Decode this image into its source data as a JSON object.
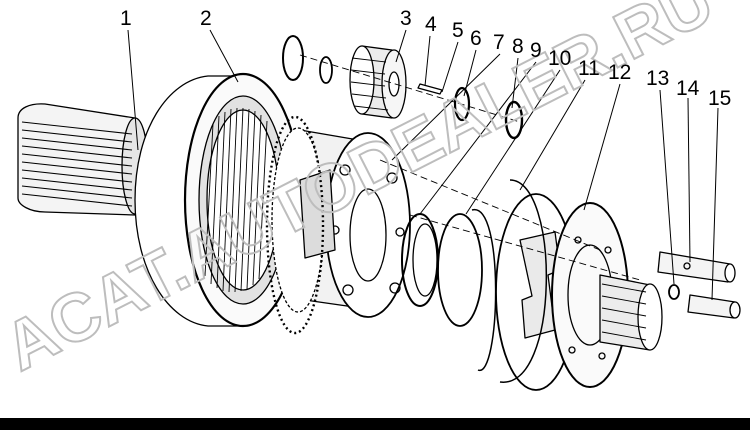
{
  "callouts": [
    "1",
    "2",
    "3",
    "4",
    "5",
    "6",
    "7",
    "8",
    "9",
    "10",
    "11",
    "12",
    "13",
    "14",
    "15"
  ],
  "watermark": "ACAT.AUTODEALER.RU"
}
